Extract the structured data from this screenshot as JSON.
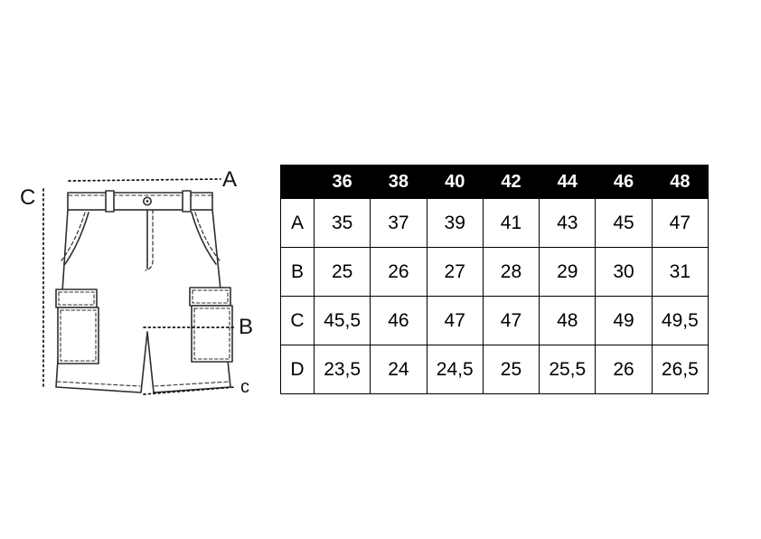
{
  "figure": {
    "labels": {
      "a": "A",
      "c_side": "C",
      "b": "B",
      "hem": "c"
    }
  },
  "table": {
    "header": [
      "",
      "36",
      "38",
      "40",
      "42",
      "44",
      "46",
      "48"
    ],
    "rows": [
      {
        "label": "A",
        "values": [
          "35",
          "37",
          "39",
          "41",
          "43",
          "45",
          "47"
        ]
      },
      {
        "label": "B",
        "values": [
          "25",
          "26",
          "27",
          "28",
          "29",
          "30",
          "31"
        ]
      },
      {
        "label": "C",
        "values": [
          "45,5",
          "46",
          "47",
          "47",
          "48",
          "49",
          "49,5"
        ]
      },
      {
        "label": "D",
        "values": [
          "23,5",
          "24",
          "24,5",
          "25",
          "25,5",
          "26",
          "26,5"
        ]
      }
    ]
  },
  "chart_data": {
    "type": "table",
    "columns": [
      "36",
      "38",
      "40",
      "42",
      "44",
      "46",
      "48"
    ],
    "rows": [
      {
        "measurement": "A",
        "values": [
          35,
          37,
          39,
          41,
          43,
          45,
          47
        ]
      },
      {
        "measurement": "B",
        "values": [
          25,
          26,
          27,
          28,
          29,
          30,
          31
        ]
      },
      {
        "measurement": "C",
        "values": [
          45.5,
          46,
          47,
          47,
          48,
          49,
          49.5
        ]
      },
      {
        "measurement": "D",
        "values": [
          23.5,
          24,
          24.5,
          25,
          25.5,
          26,
          26.5
        ]
      }
    ]
  }
}
